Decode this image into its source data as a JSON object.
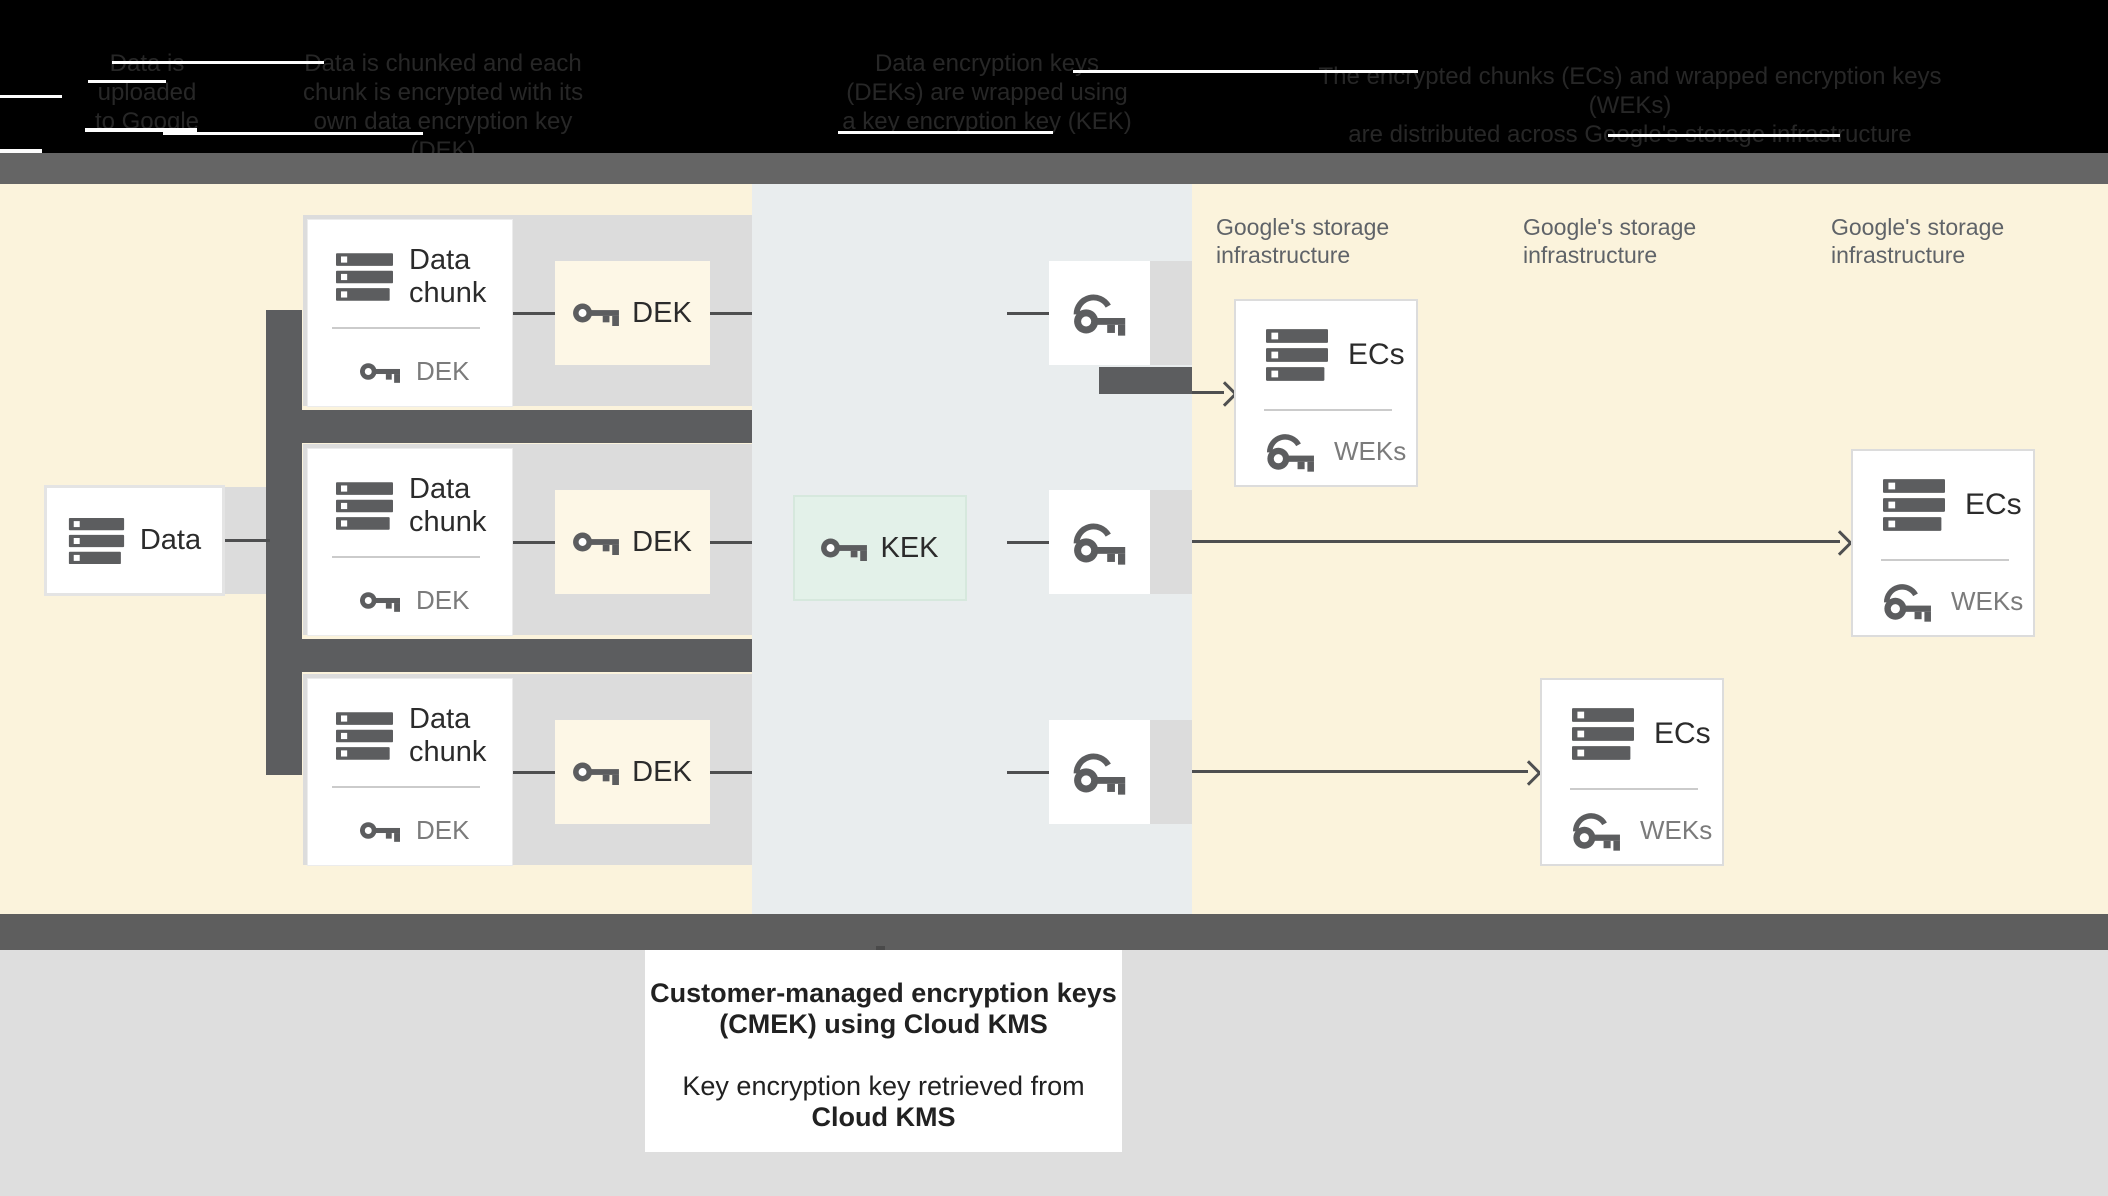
{
  "header": {
    "steps": [
      {
        "lines": [
          "Data is",
          "uploaded",
          "to Google"
        ]
      },
      {
        "lines": [
          "Data is chunked and each",
          "chunk is encrypted with its",
          "own data encryption key (DEK)"
        ]
      },
      {
        "lines": [
          "Data encryption keys",
          "(DEKs) are wrapped using",
          "a key encryption key (KEK)"
        ]
      },
      {
        "lines": [
          "The encrypted chunks (ECs) and wrapped encryption keys (WEKs)",
          "are distributed across Google's storage infrastructure"
        ]
      }
    ]
  },
  "diagram": {
    "data_box": {
      "label": "Data"
    },
    "chunk_boxes": [
      {
        "title_line1": "Data",
        "title_line2": "chunk",
        "key_label": "DEK"
      },
      {
        "title_line1": "Data",
        "title_line2": "chunk",
        "key_label": "DEK"
      },
      {
        "title_line1": "Data",
        "title_line2": "chunk",
        "key_label": "DEK"
      }
    ],
    "dek_boxes": [
      {
        "label": "DEK"
      },
      {
        "label": "DEK"
      },
      {
        "label": "DEK"
      }
    ],
    "kek_box": {
      "label": "KEK"
    },
    "storage_labels": [
      {
        "line1": "Google's storage",
        "line2": "infrastructure"
      },
      {
        "line1": "Google's storage",
        "line2": "infrastructure"
      },
      {
        "line1": "Google's storage",
        "line2": "infrastructure"
      }
    ],
    "ecs_boxes": [
      {
        "title": "ECs",
        "key_label": "WEKs"
      },
      {
        "title": "ECs",
        "key_label": "WEKs"
      },
      {
        "title": "ECs",
        "key_label": "WEKs"
      }
    ]
  },
  "caption": {
    "title_line1": "Customer-managed encryption keys",
    "title_line2": "(CMEK) using Cloud KMS",
    "sub_line1": "Key encryption key retrieved from",
    "sub_line2": "Cloud KMS"
  },
  "icons": {
    "data_icon": "server-stack",
    "key_icon": "key",
    "wrapped_key_icon": "key-with-arc"
  },
  "colors": {
    "cream_background": "#FBF3DC",
    "kms_background": "#E9EDEE",
    "shadow_band": "#DCDCDC",
    "dark_connector": "#5C5D5F",
    "kek_mint": "#E3F1E9",
    "dek_cream": "#FDF7E6",
    "bottom_gray": "#DEDEDE",
    "icon_gray": "#5C5D5F"
  }
}
